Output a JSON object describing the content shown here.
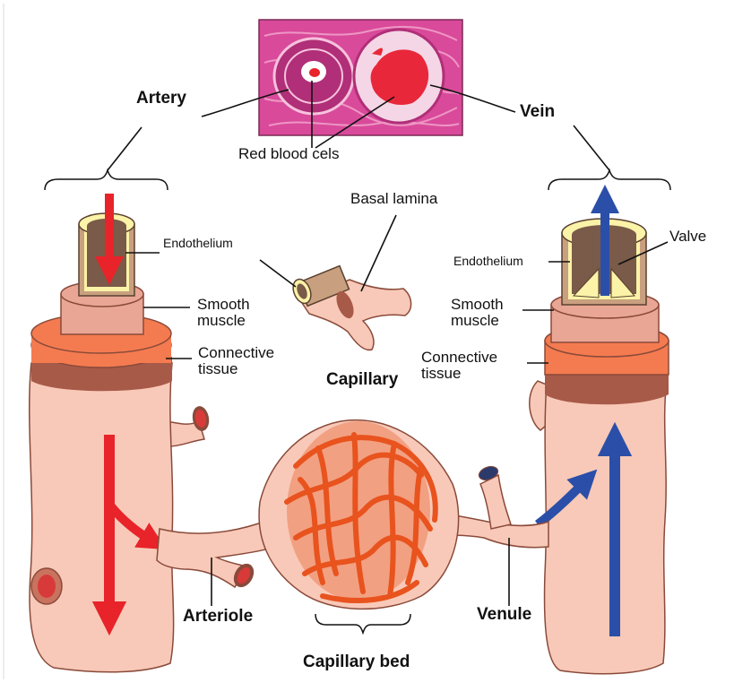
{
  "labels": {
    "artery": "Artery",
    "vein": "Vein",
    "red_blood_cells": "Red blood cels",
    "basal_lamina": "Basal lamina",
    "valve": "Valve",
    "endothelium_left": "Endothelium",
    "endothelium_right": "Endothelium",
    "smooth_muscle_left": "Smooth\nmuscle",
    "smooth_muscle_right": "Smooth\nmuscle",
    "connective_tissue_left": "Connective\ntissue",
    "connective_tissue_right": "Connective\ntissue",
    "capillary": "Capillary",
    "arteriole": "Arteriole",
    "venule": "Venule",
    "capillary_bed": "Capillary bed"
  },
  "colors": {
    "artery_flow": "#e8232a",
    "vein_flow": "#2b4fa8",
    "vessel_skin": "#f8c9b8",
    "vessel_outline": "#8a4a3a",
    "connective_tissue": "#f47b50",
    "smooth_muscle": "#e9a694",
    "basal_layer": "#a85a48",
    "endothelium": "#fbf3a8",
    "capillary_network": "#e8531e",
    "histology_bg": "#d94a9a"
  }
}
